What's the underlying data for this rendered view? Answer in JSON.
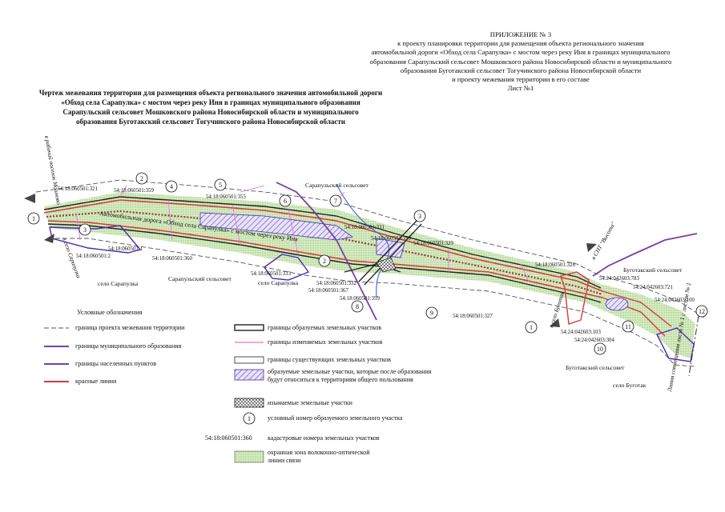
{
  "appendix": {
    "lines": [
      "ПРИЛОЖЕНИЕ № 3",
      "к проекту планировки территории  для размещения объекта регионального значения",
      "автомобильной дороги «Обход села Сарапулка» с мостом через реку Иня в границах муниципального",
      "образования Сарапульский сельсовет Мошковского района Новосибирской области и муниципального",
      "образования Буготакский сельсовет Тогучинского района Новосибирской области",
      "и проекту межевания территории в его составе",
      "Лист №1"
    ]
  },
  "title": {
    "lines": [
      "Чертеж межевания территории для размещения объекта регионального значения автомобильной дороги",
      "«Обход села Сарапулка» с мостом через реку Иня в границах муниципального образования",
      "Сарапульский сельсовет Мошковского района Новосибирской области и муниципального",
      "образования Буготакский сельсовет Тогучинского района Новосибирской области"
    ]
  },
  "map": {
    "road_label": "Автомобильная дорога «Обход села Сарапулка» с мостом через реку Иня",
    "directions": {
      "moshkovo": "в рабочий поселок Мошково",
      "sarapulka": "в село Сарапулка",
      "bugotak": "в село Буготак",
      "snt": "в СНТ \"Высота\""
    },
    "place_labels": {
      "village_sarapulka_1": "село Сарапулка",
      "village_sarapulka_2": "село Сарапулка",
      "council_sarapulsky_1": "Сарапульский сельсовет",
      "council_sarapulsky_2": "Сарапульский сельсовет",
      "council_bugotaksky_1": "Буготакский сельсовет",
      "council_bugotaksky_2": "Буготакский сельсовет",
      "village_bugotak": "село Буготак",
      "matchline": "Линия совмещения листа № 1 с листом № 2"
    },
    "cadastral": {
      "c321": "54:18:060501:321",
      "c359a": "54:18:060501:359",
      "c355": "54:18:060501:355",
      "c1": "54:18:060501:1",
      "c2": "54:18:060501:2",
      "c360": "54:18:060501:360",
      "c333": "54:18:060501:333",
      "c331": "54:18:060501:331",
      "c359b": "54:18:060501:359",
      "c329": "54:18:060501:329",
      "c332": "54:18:060501:332",
      "c367": "54:18:060501:367",
      "c359c": "54:18:060501:359",
      "c328": "54:18:060501:328",
      "c327": "54:18:060501:327",
      "c783": "54:24:042603:783",
      "c721": "54:24:042603:721",
      "c100": "54:24:042603:100",
      "c103": "54:24:042603:103",
      "c304": "54:24:042603:304"
    },
    "parcel_numbers": {
      "p1a": "1",
      "p2a": "2",
      "p3a": "3",
      "p4": "4",
      "p5": "5",
      "p6": "6",
      "p7": "7",
      "p3b": "3",
      "p2b": "2",
      "p8": "8",
      "p9": "9",
      "p1b": "1",
      "p10": "10",
      "p11": "11",
      "p12": "12"
    }
  },
  "legend": {
    "title": "Условные обозначения",
    "items": {
      "project_boundary": "граница проекта межевания территории",
      "municipal_boundary": "границы муниципального образования",
      "settlement_boundary": "границы населенных пунктов",
      "red_lines": "красные линии",
      "new_parcels": "границы образуемых земельных участков",
      "modified_parcels": "границы изменяемых земельных участков",
      "existing_parcels": "границы существующих земельных участков",
      "public_use": "образуемые земельные участки, которые после образования будут относиться к территориям общего пользования",
      "seized_parcels": "изымаемые земельные участки",
      "parcel_number": "условный номер образуемого земельного участка",
      "cadastral_sample": "54:18:060501:360",
      "cadastral_numbers": "кадастровые номера земельных участков",
      "fiber_zone": "охранная зона волоконно-оптической линии связи"
    },
    "number_sample": "1"
  },
  "colors": {
    "red_line": "#d63a3a",
    "municipal": "#7d3fa0",
    "settlement": "#4b2ab5",
    "modified": "#e46de0",
    "fiber_zone": "#cde6b4"
  }
}
